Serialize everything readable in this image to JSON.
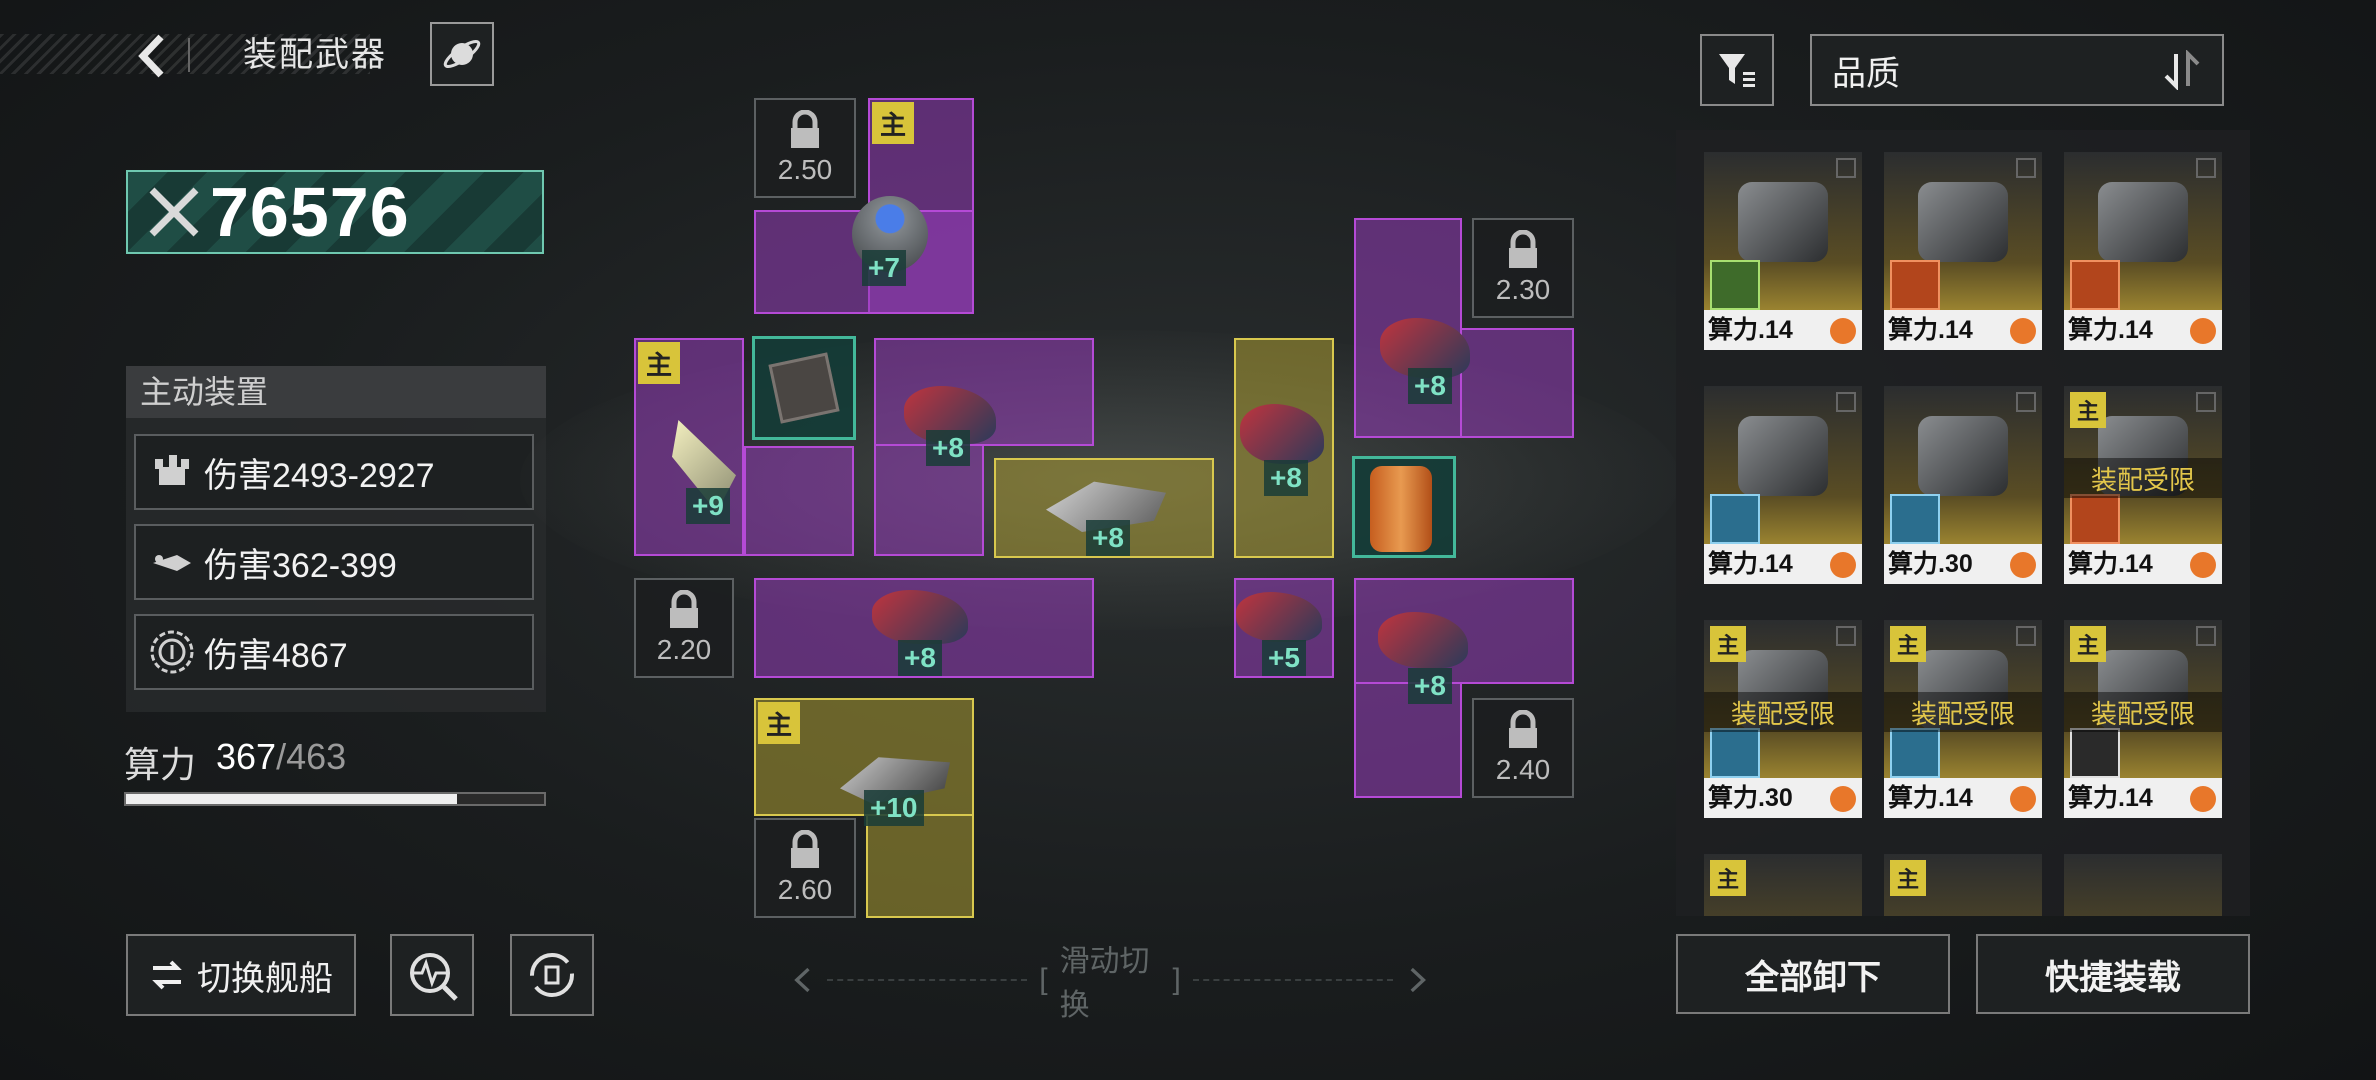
{
  "header": {
    "title": "装配武器"
  },
  "power": {
    "value": "76576"
  },
  "active": {
    "title": "主动装置",
    "effects": [
      {
        "text": "伤害2493-2927",
        "icon": "turret-icon"
      },
      {
        "text": "伤害362-399",
        "icon": "missile-icon"
      },
      {
        "text": "伤害4867",
        "icon": "shield-orb-icon"
      }
    ]
  },
  "compute": {
    "label": "算力",
    "used": "367",
    "max": "/463",
    "fraction": 0.793
  },
  "buttons": {
    "switch_ship": "切换舰船",
    "unequip_all": "全部卸下",
    "quick_equip": "快捷装载"
  },
  "swipe": {
    "label": "滑动切换"
  },
  "grid": {
    "locks": [
      "2.50",
      "2.20",
      "2.60",
      "2.30",
      "2.40"
    ],
    "main_badge": "主",
    "levels": [
      "+7",
      "+9",
      "+8",
      "+8",
      "+8",
      "+8",
      "+8",
      "+5",
      "+8",
      "+10"
    ]
  },
  "inventory": {
    "sort_label": "品质",
    "cards": [
      {
        "power": "算力.14",
        "type": "green",
        "main": false,
        "warn": ""
      },
      {
        "power": "算力.14",
        "type": "orange",
        "main": false,
        "warn": ""
      },
      {
        "power": "算力.14",
        "type": "orange",
        "main": false,
        "warn": ""
      },
      {
        "power": "算力.14",
        "type": "blue",
        "main": false,
        "warn": ""
      },
      {
        "power": "算力.30",
        "type": "blue",
        "main": false,
        "warn": ""
      },
      {
        "power": "算力.14",
        "type": "orange",
        "main": true,
        "warn": "装配受限"
      },
      {
        "power": "算力.30",
        "type": "blue",
        "main": true,
        "warn": "装配受限"
      },
      {
        "power": "算力.14",
        "type": "blue",
        "main": true,
        "warn": "装配受限"
      },
      {
        "power": "算力.14",
        "type": "white",
        "main": true,
        "warn": "装配受限"
      }
    ],
    "badge": "主"
  },
  "colors": {
    "accent": "#43b89a",
    "purple": "#b54ad6",
    "gold": "#d8c43a"
  }
}
